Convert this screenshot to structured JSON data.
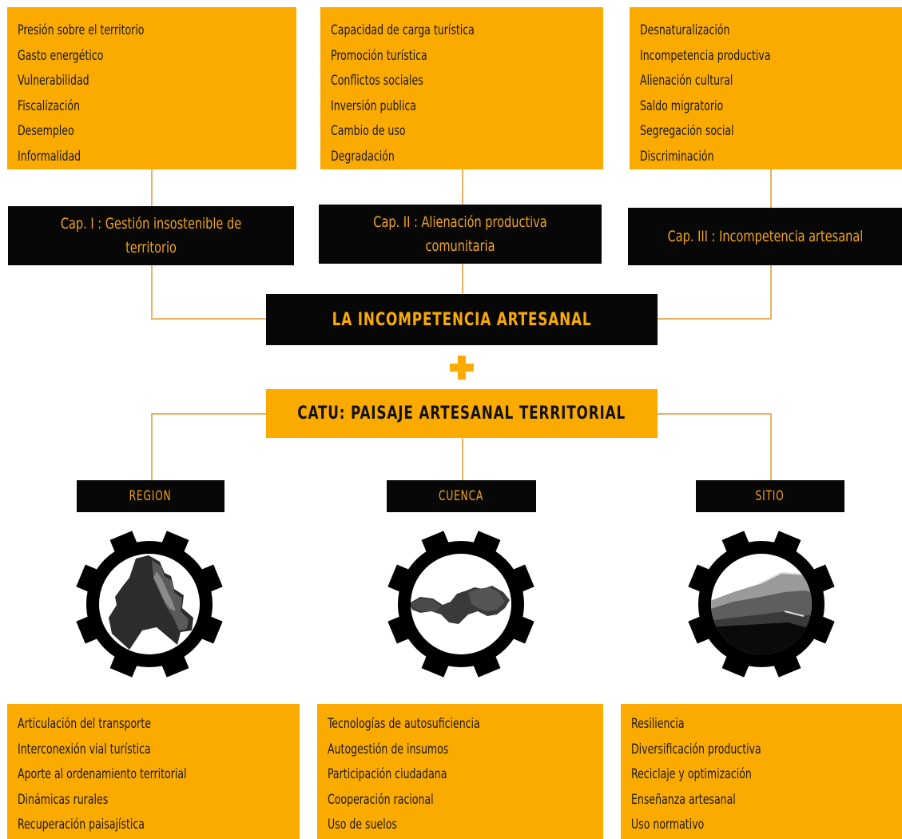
{
  "problems": {
    "col1": [
      "Presión sobre el territorio",
      "Gasto energético",
      "Vulnerabilidad",
      "Fiscalización",
      "Desempleo",
      "Informalidad"
    ],
    "col2": [
      "Capacidad de carga turística",
      "Promoción turística",
      "Conflictos sociales",
      "Inversión publica",
      "Cambio de uso",
      "Degradación"
    ],
    "col3": [
      "Desnaturalización",
      "Incompetencia productiva",
      "Alienación cultural",
      "Saldo migratorio",
      "Segregación social",
      "Discriminación"
    ]
  },
  "chapters": {
    "cap1": "Cap. I : Gestión insostenible de territorio",
    "cap2": "Cap. II : Alienación productiva comunitaria",
    "cap3": "Cap. III : Incompetencia artesanal"
  },
  "central_title": "LA INCOMPETENCIA ARTESANAL",
  "plus_symbol": "+",
  "catu_title": "CATU: PAISAJE ARTESANAL TERRITORIAL",
  "scales": {
    "region": "REGION",
    "cuenca": "CUENCA",
    "sitio": "SITIO"
  },
  "strategies": {
    "col1": [
      "Articulación del transporte",
      "Interconexión vial turística",
      "Aporte al ordenamiento territorial",
      "Dinámicas rurales",
      "Recuperación paisajística"
    ],
    "col2": [
      "Tecnologías de autosuficiencia",
      "Autogestión de insumos",
      "Participación ciudadana",
      "Cooperación racional",
      "Uso de suelos"
    ],
    "col3": [
      "Resiliencia",
      "Diversificación productiva",
      "Reciclaje y optimización",
      "Enseñanza artesanal",
      "Uso normativo"
    ]
  },
  "icons": {
    "gear1": "gear-region-map-icon",
    "gear2": "gear-basin-map-icon",
    "gear3": "gear-site-section-icon"
  },
  "colors": {
    "orange": "#fbab00",
    "black": "#070707",
    "connector": "#e7b365"
  }
}
